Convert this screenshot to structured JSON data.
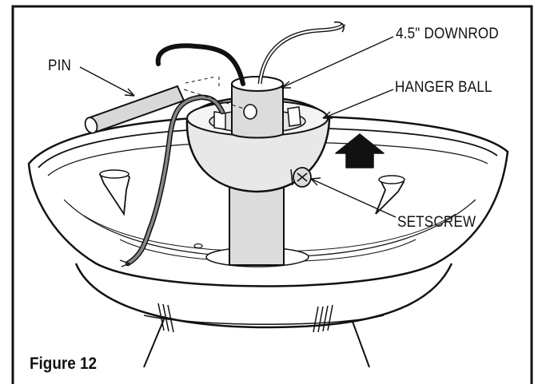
{
  "figure": {
    "caption": "Figure 12",
    "labels": {
      "downrod": "4.5\" DOWNROD",
      "hanger_ball": "HANGER BALL",
      "pin": "PIN",
      "setscrew": "SETSCREW"
    },
    "colors": {
      "line": "#111111",
      "arrow": "#111111",
      "wire_gray": "#888888",
      "downrod_fill": "#dcdcdc",
      "ball_fill": "#e8e8e8",
      "background": "#ffffff"
    }
  }
}
